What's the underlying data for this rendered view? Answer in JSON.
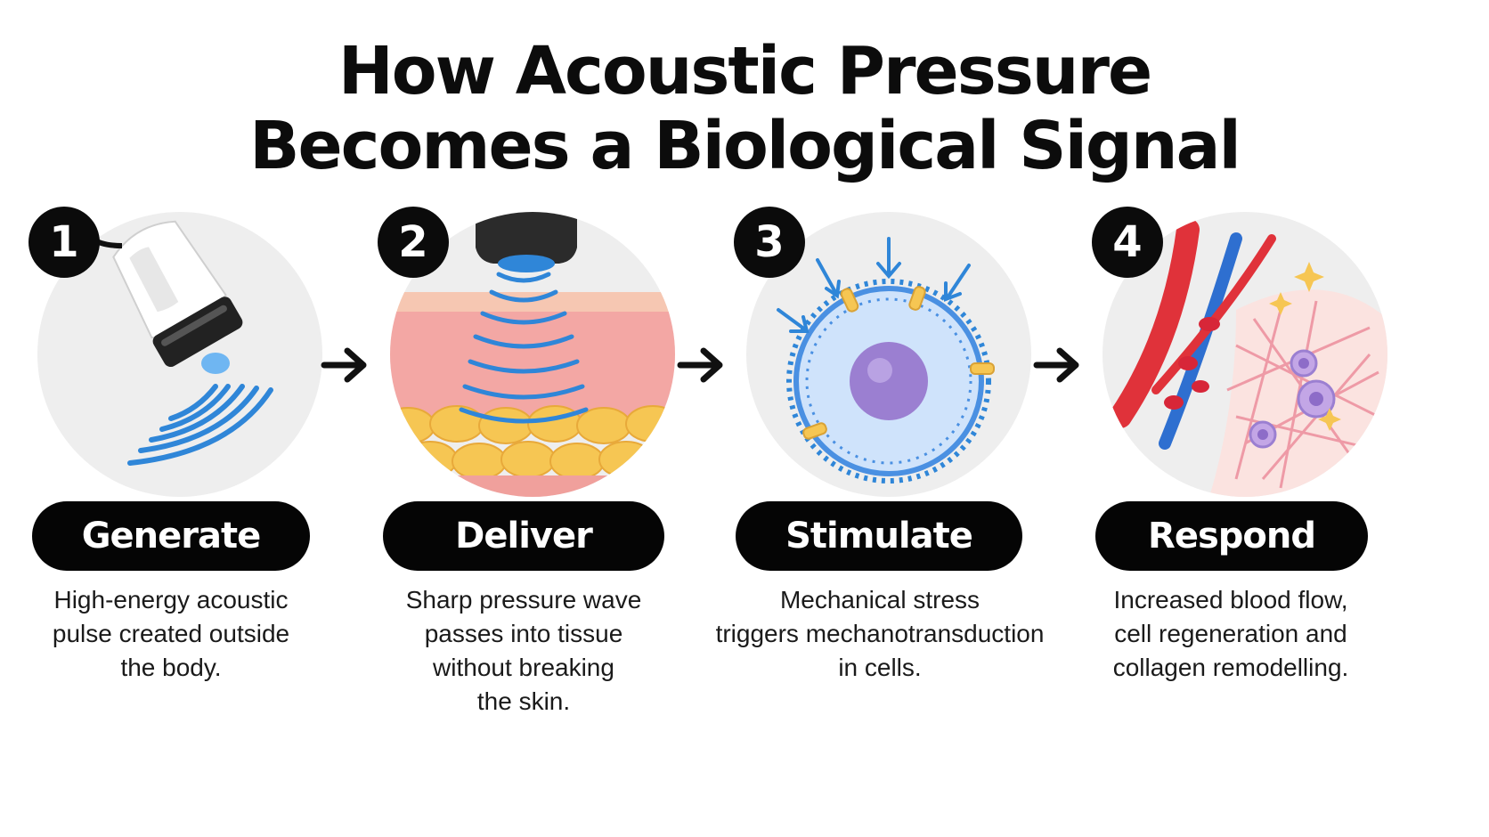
{
  "title": {
    "line1": "How Acoustic Pressure",
    "line2": "Becomes a Biological Signal"
  },
  "steps": [
    {
      "number": "1",
      "label": "Generate",
      "desc_lines": [
        "High-energy acoustic",
        "pulse created outside",
        "the body."
      ]
    },
    {
      "number": "2",
      "label": "Deliver",
      "desc_lines": [
        "Sharp pressure wave",
        "passes into tissue",
        "without breaking",
        "the skin."
      ]
    },
    {
      "number": "3",
      "label": "Stimulate",
      "desc_lines": [
        "Mechanical stress",
        "triggers mechanotransduction",
        "in cells."
      ]
    },
    {
      "number": "4",
      "label": "Respond",
      "desc_lines": [
        "Increased blood flow,",
        "cell regeneration and",
        "collagen remodelling."
      ]
    }
  ],
  "icons": {
    "step1": "ultrasound-probe-icon",
    "step2": "skin-layers-wave-icon",
    "step3": "cell-membrane-icon",
    "step4": "blood-vessel-tissue-icon",
    "arrow": "arrow-right-icon"
  },
  "colors": {
    "pill_bg": "#050505",
    "wave_blue": "#2f86d8",
    "skin_pink": "#f3a7a4",
    "fat_yellow": "#f6c653",
    "artery_red": "#e0323a",
    "vein_blue": "#2e6fd0",
    "nucleus_purple": "#9b7fd1"
  }
}
